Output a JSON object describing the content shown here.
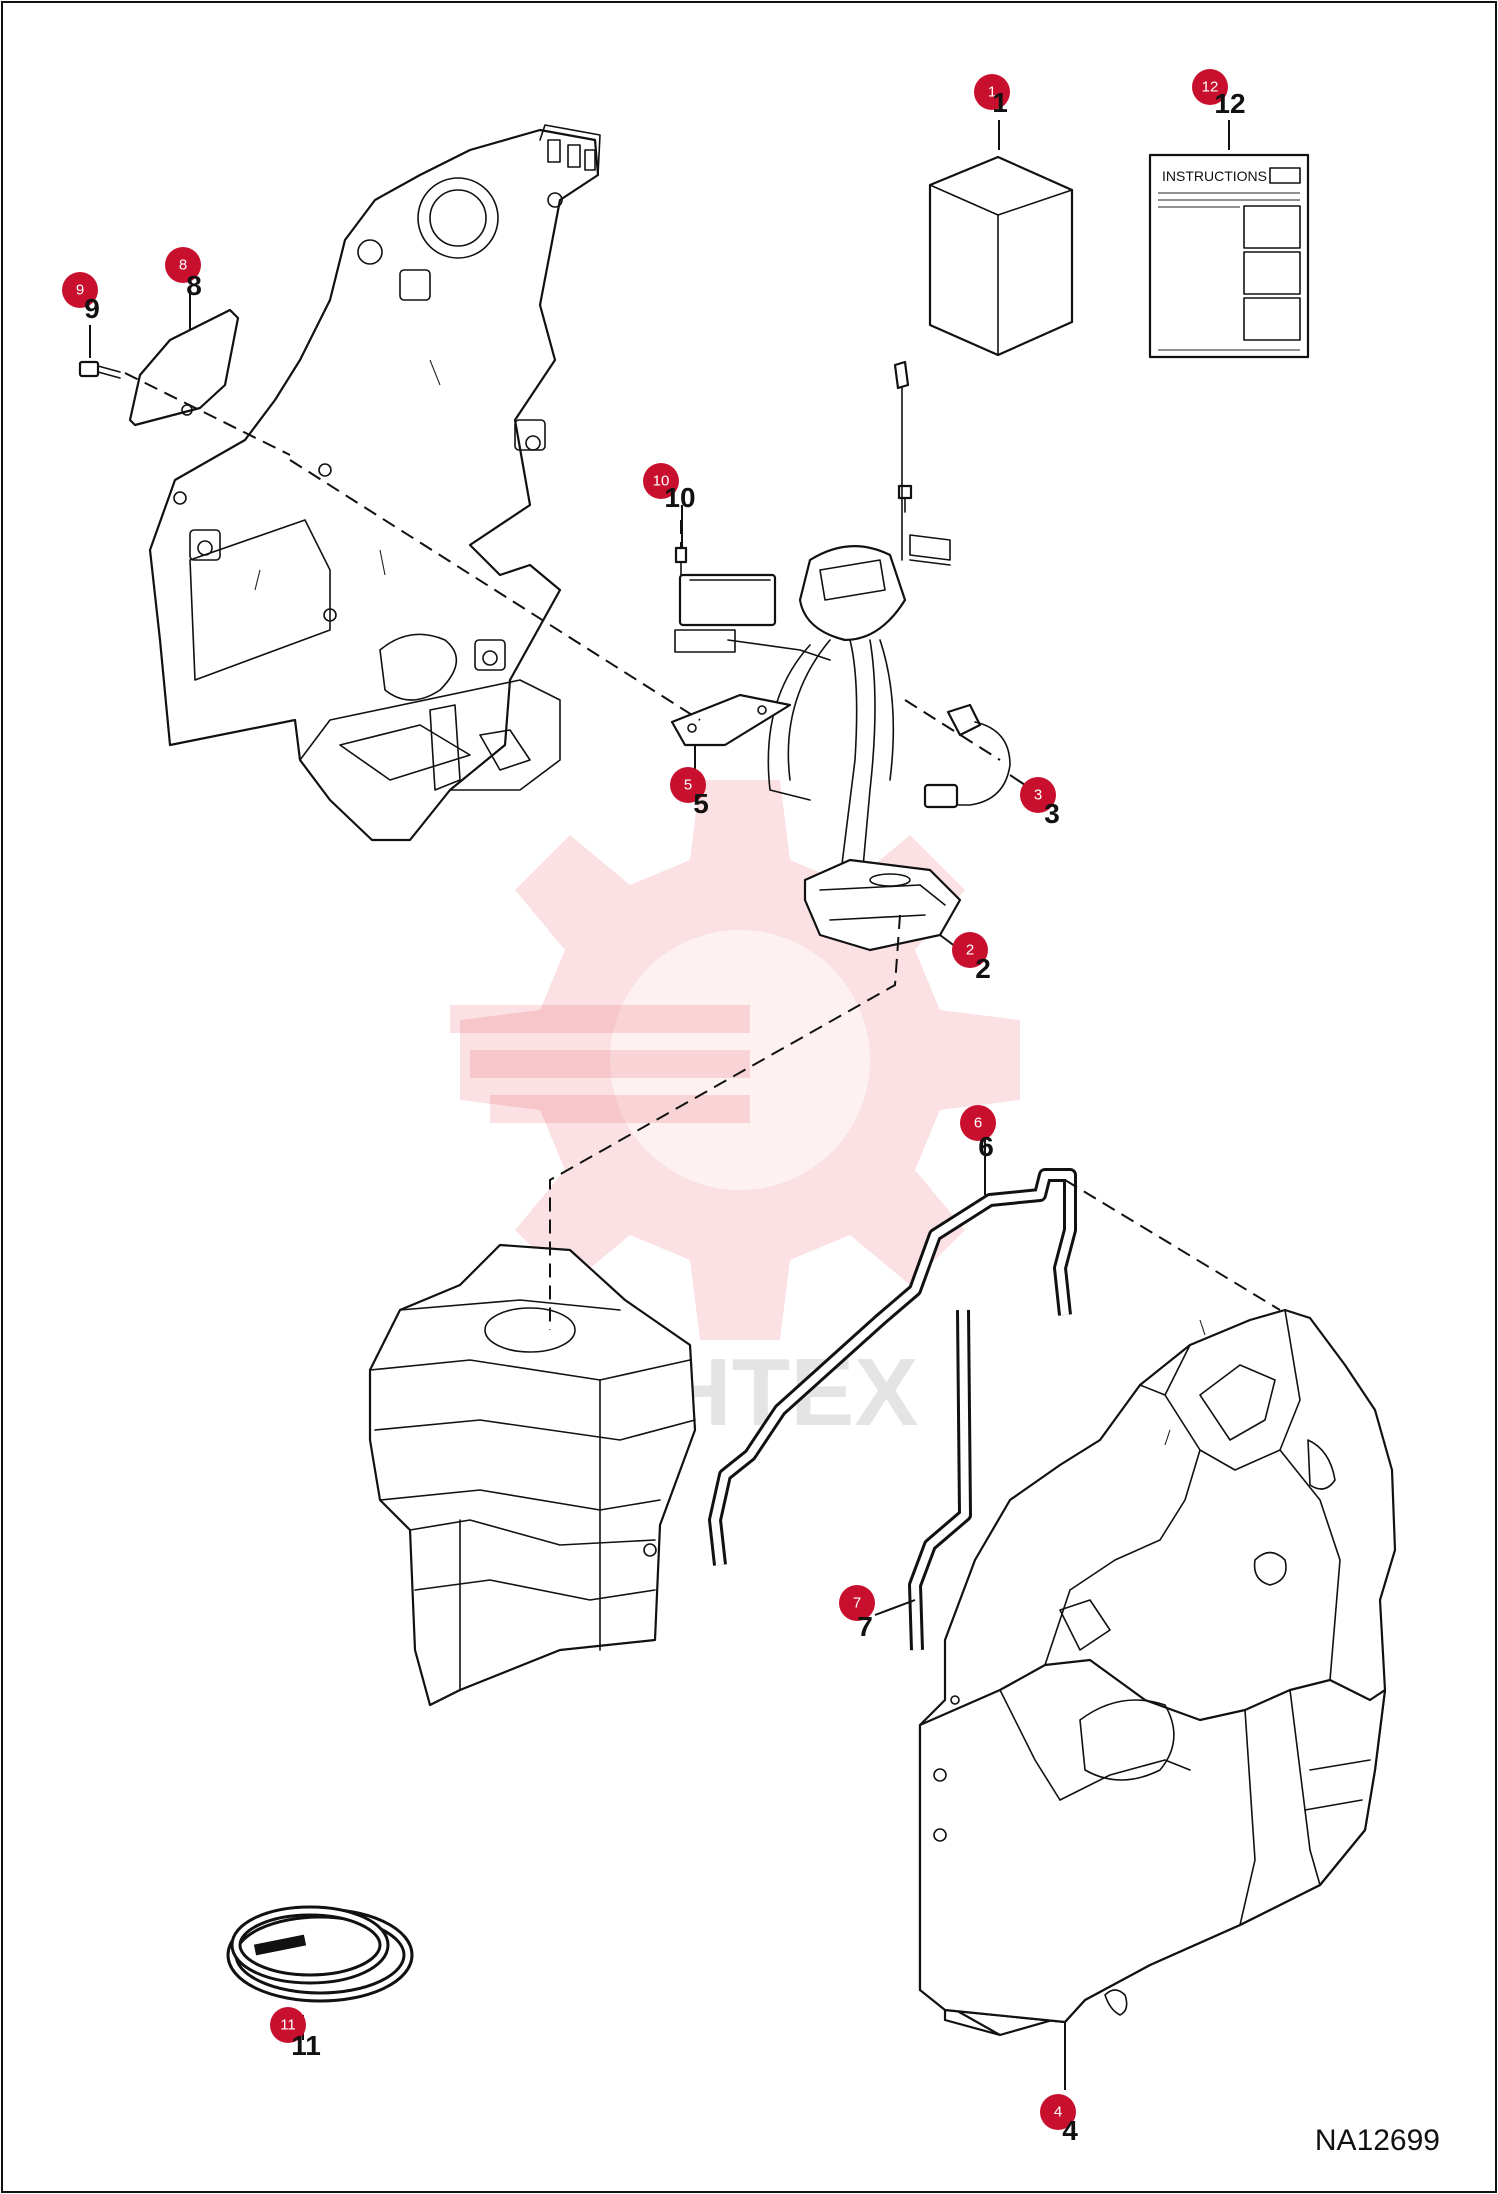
{
  "diagram_id": "NA12699",
  "watermark_text": "WHTEX",
  "instruction_sheet_label": "INSTRUCTIONS",
  "colors": {
    "callout": "#c8102e",
    "line": "#111111",
    "watermark": "#e21b2a"
  },
  "callouts": [
    {
      "id": 1,
      "badge": "1",
      "label": "1"
    },
    {
      "id": 2,
      "badge": "2",
      "label": "2"
    },
    {
      "id": 3,
      "badge": "3",
      "label": "3"
    },
    {
      "id": 4,
      "badge": "4",
      "label": "4"
    },
    {
      "id": 5,
      "badge": "5",
      "label": "5"
    },
    {
      "id": 6,
      "badge": "6",
      "label": "6"
    },
    {
      "id": 7,
      "badge": "7",
      "label": "7"
    },
    {
      "id": 8,
      "badge": "8",
      "label": "8"
    },
    {
      "id": 9,
      "badge": "9",
      "label": "9"
    },
    {
      "id": 10,
      "badge": "10",
      "label": "10"
    },
    {
      "id": 11,
      "badge": "11",
      "label": "11"
    },
    {
      "id": 12,
      "badge": "12",
      "label": "12"
    }
  ]
}
